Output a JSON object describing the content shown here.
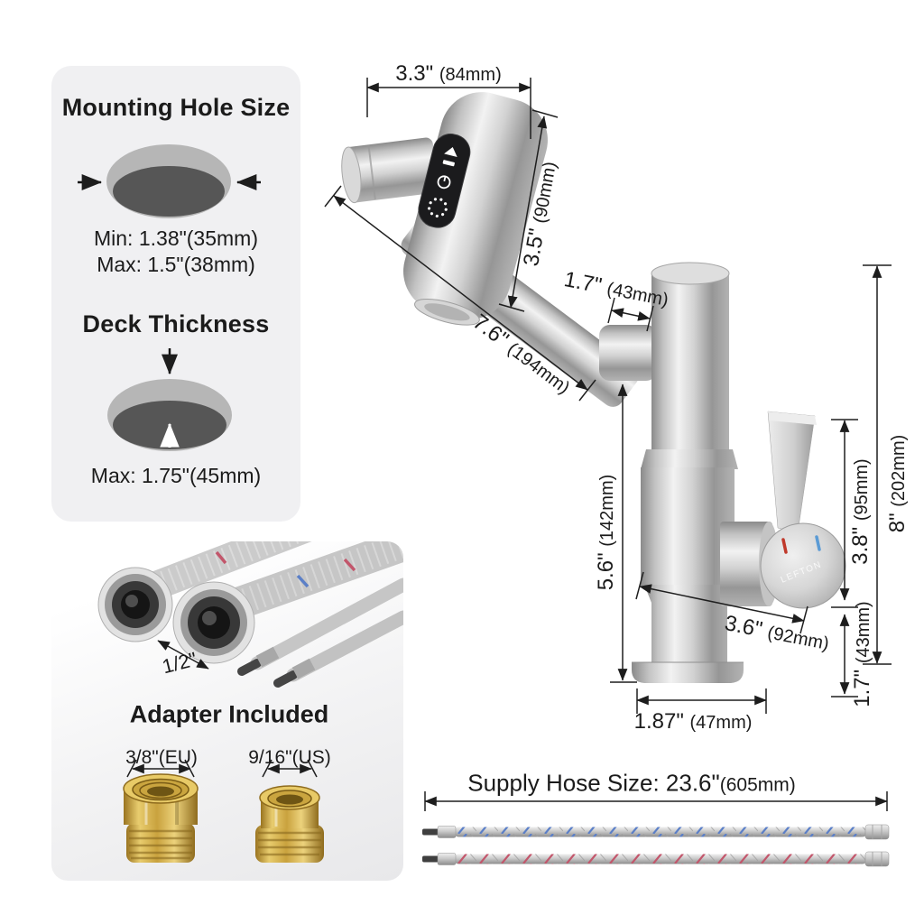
{
  "panel_mounting": {
    "title": "Mounting Hole Size",
    "min_label": "Min: 1.38\"(35mm)",
    "max_label": "Max: 1.5\"(38mm)",
    "deck_title": "Deck Thickness",
    "deck_max_label": "Max: 1.75\"(45mm)"
  },
  "panel_hoses": {
    "connector_size": "1/2\"",
    "adapter_title": "Adapter Included",
    "adapter_eu_label": "3/8\"(EU)",
    "adapter_us_label": "9/16\"(US)"
  },
  "dimensions": {
    "spout_width": {
      "value": "3.3\"",
      "mm": "(84mm)"
    },
    "head_height": {
      "value": "3.5\"",
      "mm": "(90mm)"
    },
    "joint_length": {
      "value": "1.7\"",
      "mm": "(43mm)"
    },
    "arm_length": {
      "value": "7.6\"",
      "mm": "(194mm)"
    },
    "spout_height": {
      "value": "5.6\"",
      "mm": "(142mm)"
    },
    "handle_height": {
      "value": "3.8\"",
      "mm": "(95mm)"
    },
    "total_height": {
      "value": "8\"",
      "mm": "(202mm)"
    },
    "body_depth": {
      "value": "3.6\"",
      "mm": "(92mm)"
    },
    "base_height": {
      "value": "1.7\"",
      "mm": "(43mm)"
    },
    "base_width": {
      "value": "1.87\"",
      "mm": "(47mm)"
    }
  },
  "supply_hose": {
    "label": "Supply Hose Size: 23.6\"",
    "mm": "(605mm)"
  },
  "brand": "LEFTON",
  "display_icons": [
    "spray-mode-icon",
    "stream-mode-icon",
    "power-icon",
    "temperature-dial-icon"
  ],
  "colors": {
    "hot_indicator": "#c0392b",
    "cold_indicator": "#5b9bd5",
    "brass": "#d2ab45",
    "metal": "#c9c9c9",
    "display_bg": "#1b1b1d",
    "panel_bg": "#f0f0f2"
  }
}
